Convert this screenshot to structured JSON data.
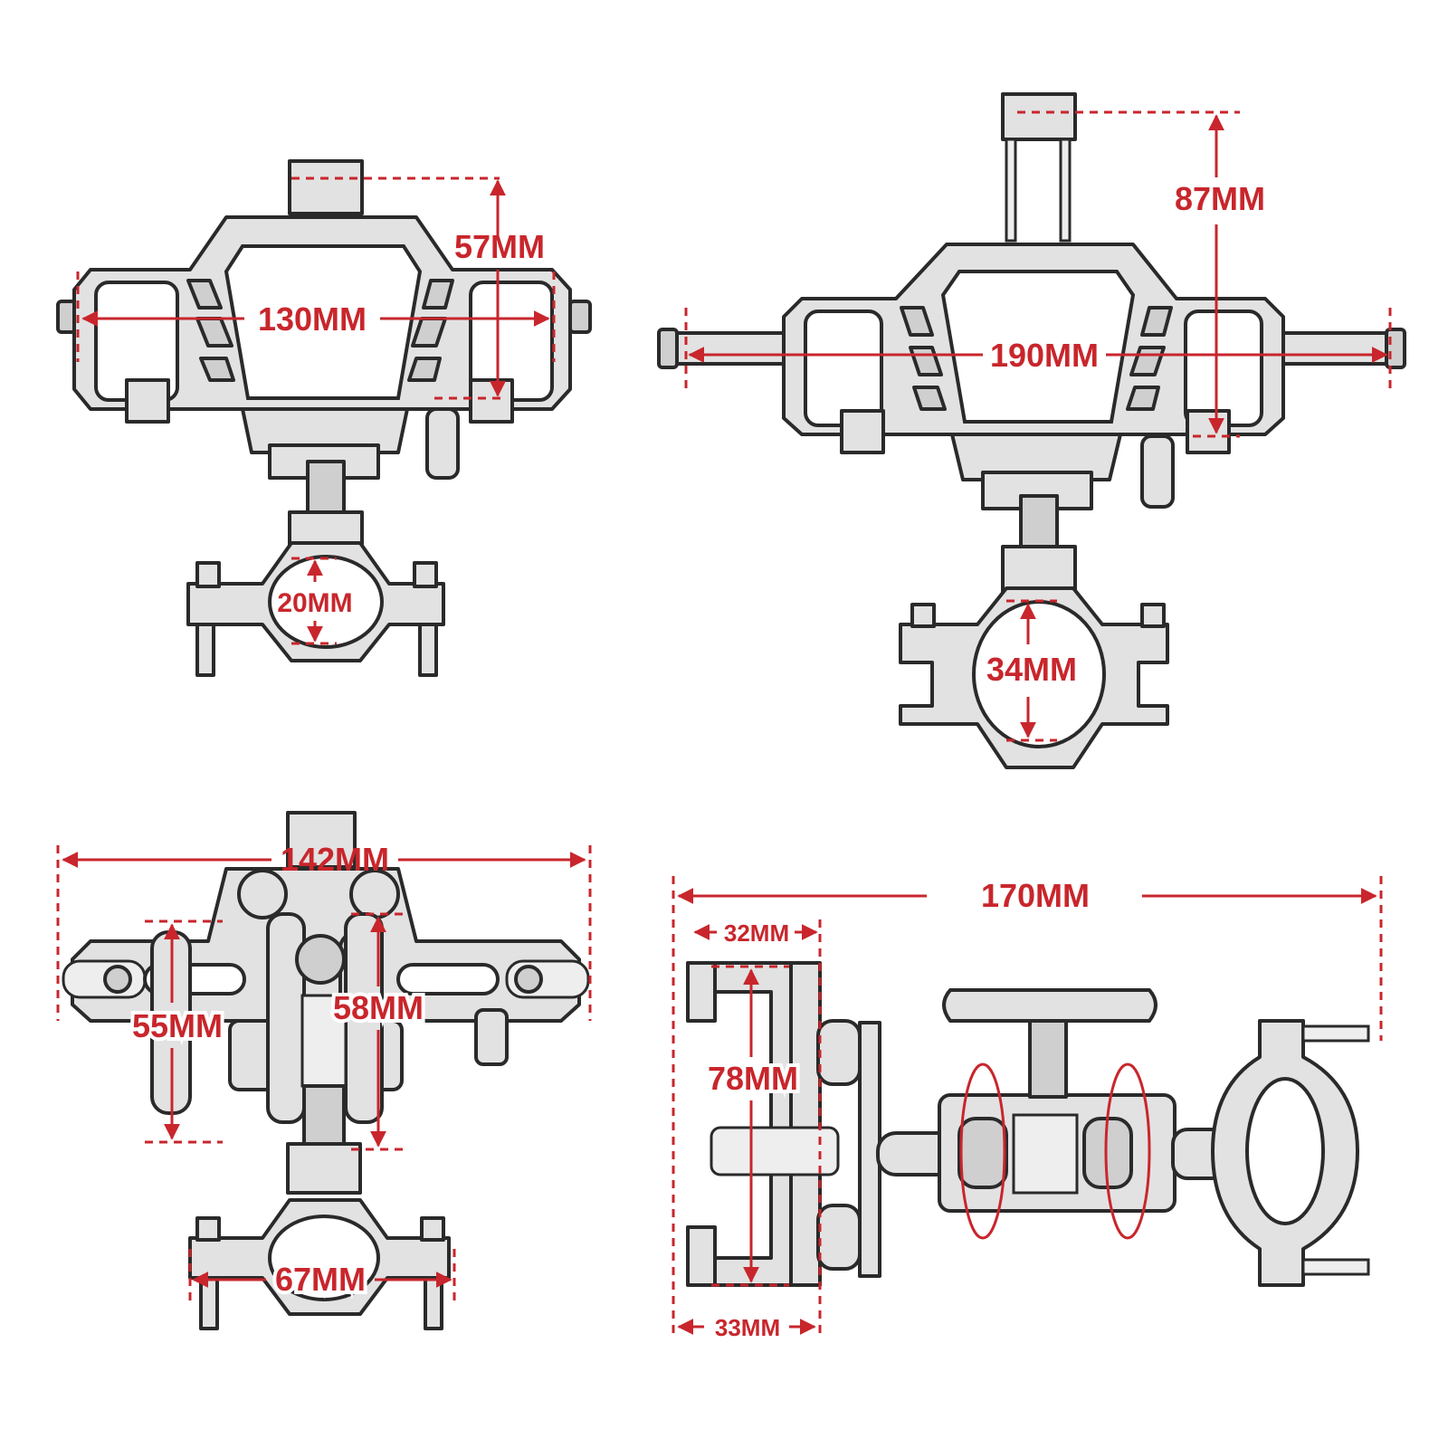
{
  "colors": {
    "dimension": "#c8262c",
    "outline": "#2a2a2a",
    "fill": "#e2e2e2"
  },
  "views": {
    "top_left": {
      "width": "130MM",
      "height": "57MM",
      "clamp": "20MM"
    },
    "top_right": {
      "width": "190MM",
      "height": "87MM",
      "clamp": "34MM"
    },
    "bottom_left": {
      "width": "142MM",
      "arm_left": "55MM",
      "arm_right": "58MM",
      "clamp": "67MM"
    },
    "bottom_right": {
      "length": "170MM",
      "top_depth": "32MM",
      "grip": "78MM",
      "bottom_depth": "33MM"
    }
  }
}
